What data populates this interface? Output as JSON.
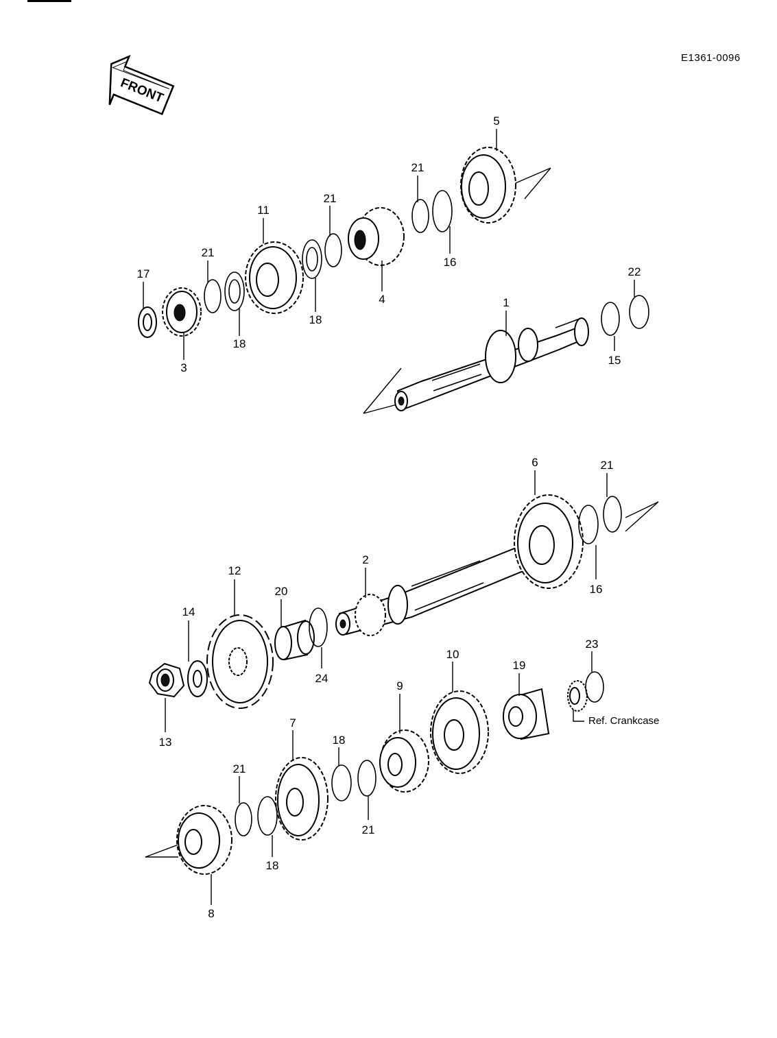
{
  "diagram_code": "E1361-0096",
  "front_label": "FRONT",
  "ref_note": "Ref.  Crankcase",
  "callouts": {
    "c1": "1",
    "c2": "2",
    "c3": "3",
    "c4": "4",
    "c5": "5",
    "c6": "6",
    "c7": "7",
    "c8": "8",
    "c9": "9",
    "c10": "10",
    "c11": "11",
    "c12": "12",
    "c13": "13",
    "c14": "14",
    "c15": "15",
    "c16a": "16",
    "c16b": "16",
    "c17": "17",
    "c18a": "18",
    "c18b": "18",
    "c18c": "18",
    "c18d": "18",
    "c19": "19",
    "c20": "20",
    "c21a": "21",
    "c21b": "21",
    "c21c": "21",
    "c21d": "21",
    "c21e": "21",
    "c21f": "21",
    "c22": "22",
    "c23": "23",
    "c24": "24"
  }
}
